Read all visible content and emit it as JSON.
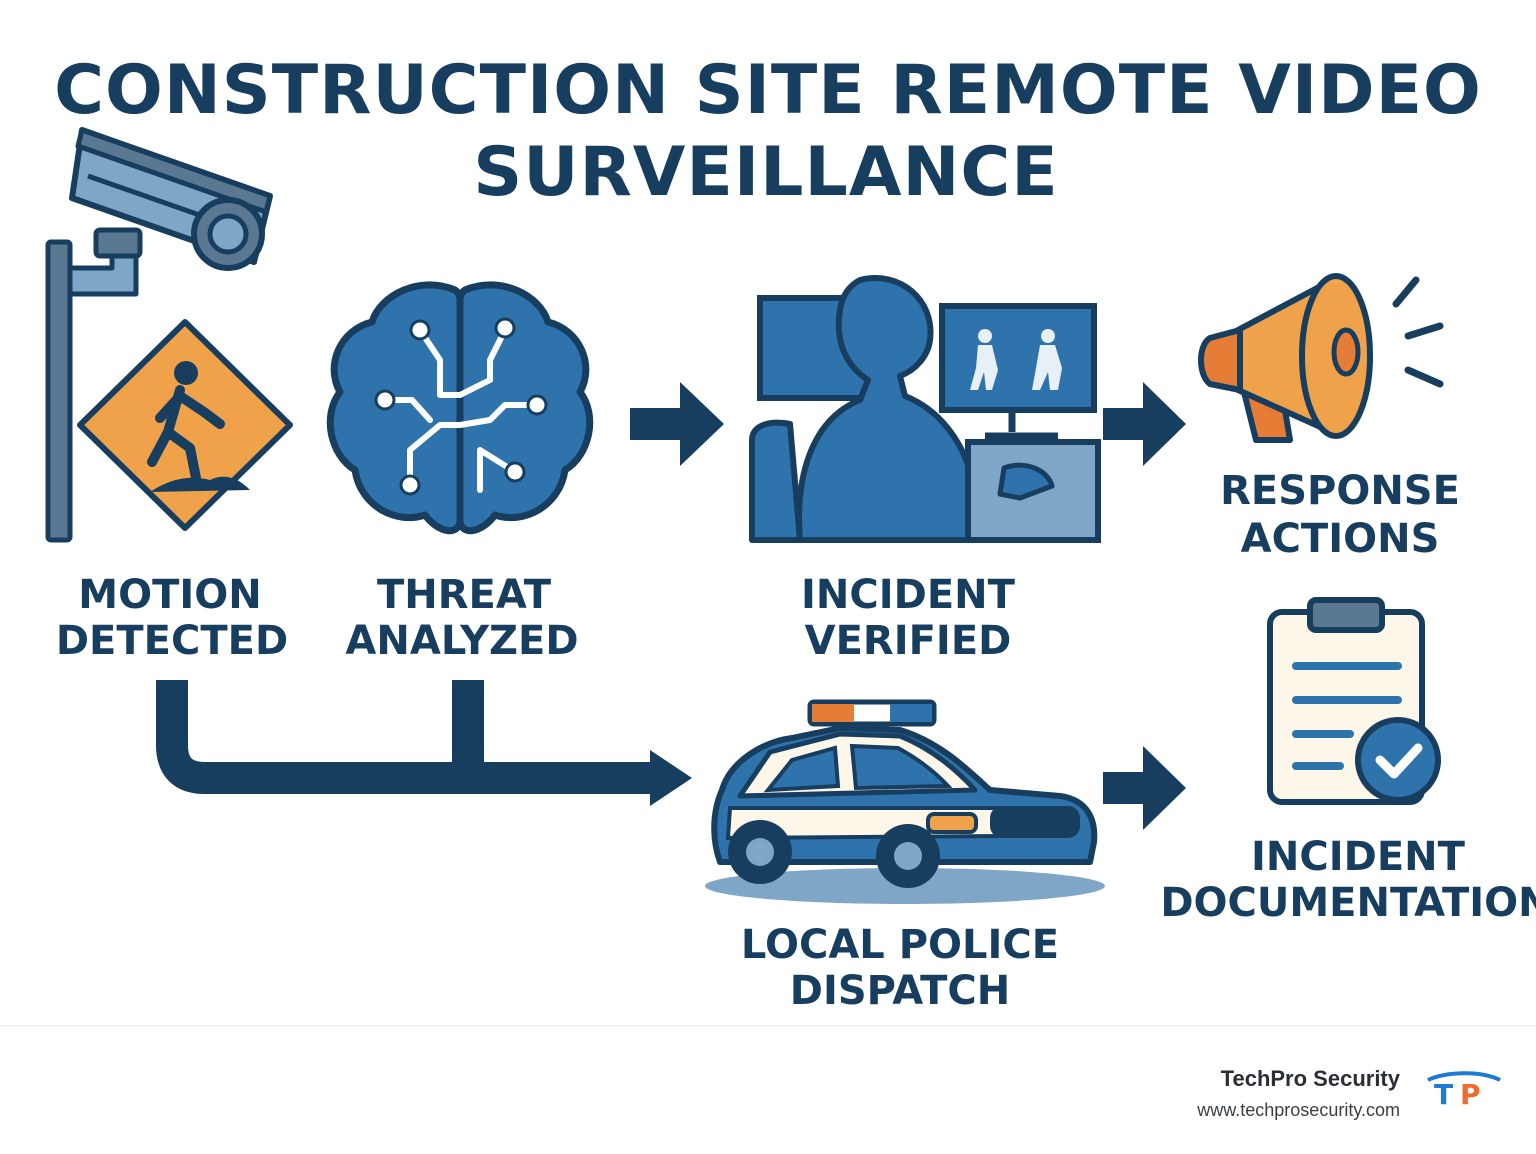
{
  "title": {
    "line1": "CONSTRUCTION SITE REMOTE VIDEO",
    "line2": "SURVEILLANCE"
  },
  "steps": {
    "motion": {
      "line1": "MOTION",
      "line2": "DETECTED",
      "icon": "camera-and-pedestrian-sign-icon"
    },
    "threat": {
      "line1": "THREAT",
      "line2": "ANALYZED",
      "icon": "brain-circuit-icon"
    },
    "incident": {
      "line1": "INCIDENT",
      "line2": "VERIFIED",
      "icon": "operator-at-monitors-icon"
    },
    "response": {
      "line1": "RESPONSE",
      "line2": "ACTIONS",
      "icon": "megaphone-icon"
    },
    "police": {
      "line1": "LOCAL POLICE",
      "line2": "DISPATCH",
      "icon": "police-car-icon"
    },
    "documentation": {
      "line1": "INCIDENT",
      "line2": "DOCUMENTATION",
      "icon": "clipboard-check-icon"
    }
  },
  "footer": {
    "company": "TechPro Security",
    "url": "www.techprosecurity.com",
    "logo_t": "T",
    "logo_p": "P"
  },
  "colors": {
    "navy": "#173d5f",
    "blue": "#2f73ad",
    "light_blue": "#7fa6c6",
    "steel": "#5b7893",
    "orange": "#f0a24a",
    "dark_orange": "#e57d36",
    "cream": "#fdf7ea",
    "logo_blue": "#1f7ad6",
    "logo_orange": "#ef6a2c"
  }
}
